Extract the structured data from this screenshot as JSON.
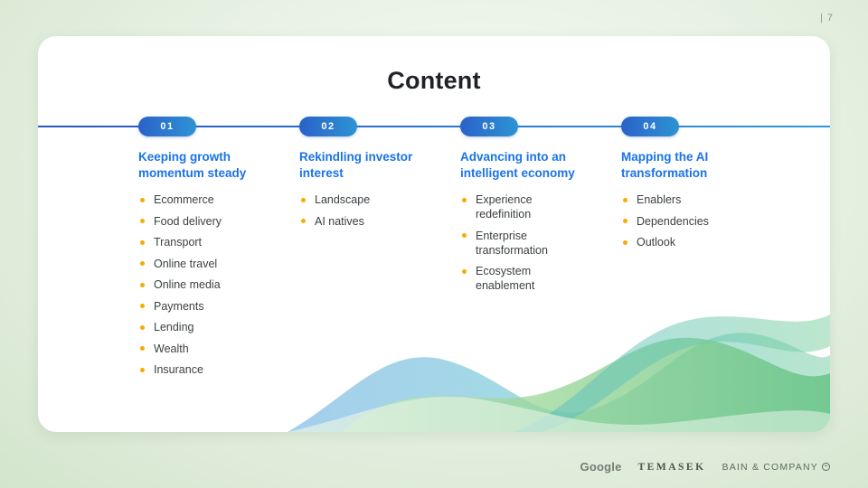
{
  "page": {
    "label": "| 7"
  },
  "title": "Content",
  "sections": [
    {
      "badge": "01",
      "heading": "Keeping growth momentum steady",
      "items": [
        "Ecommerce",
        "Food delivery",
        "Transport",
        "Online travel",
        "Online media",
        "Payments",
        "Lending",
        "Wealth",
        "Insurance"
      ]
    },
    {
      "badge": "02",
      "heading": "Rekindling investor interest",
      "items": [
        "Landscape",
        "AI natives"
      ]
    },
    {
      "badge": "03",
      "heading": "Advancing into an intelligent economy",
      "items": [
        "Experience redefinition",
        "Enterprise transformation",
        "Ecosystem enablement"
      ]
    },
    {
      "badge": "04",
      "heading": "Mapping the AI transformation",
      "items": [
        "Enablers",
        "Dependencies",
        "Outlook"
      ]
    }
  ],
  "footer": {
    "logos": [
      "Google",
      "TEMASEK",
      "BAIN & COMPANY"
    ]
  },
  "colors": {
    "accent_blue": "#1a73e8",
    "pill_gradient_start": "#2a62c9",
    "pill_gradient_end": "#2e93d4",
    "bullet_yellow": "#f9ab00",
    "background_green": "#d3e5cd"
  }
}
